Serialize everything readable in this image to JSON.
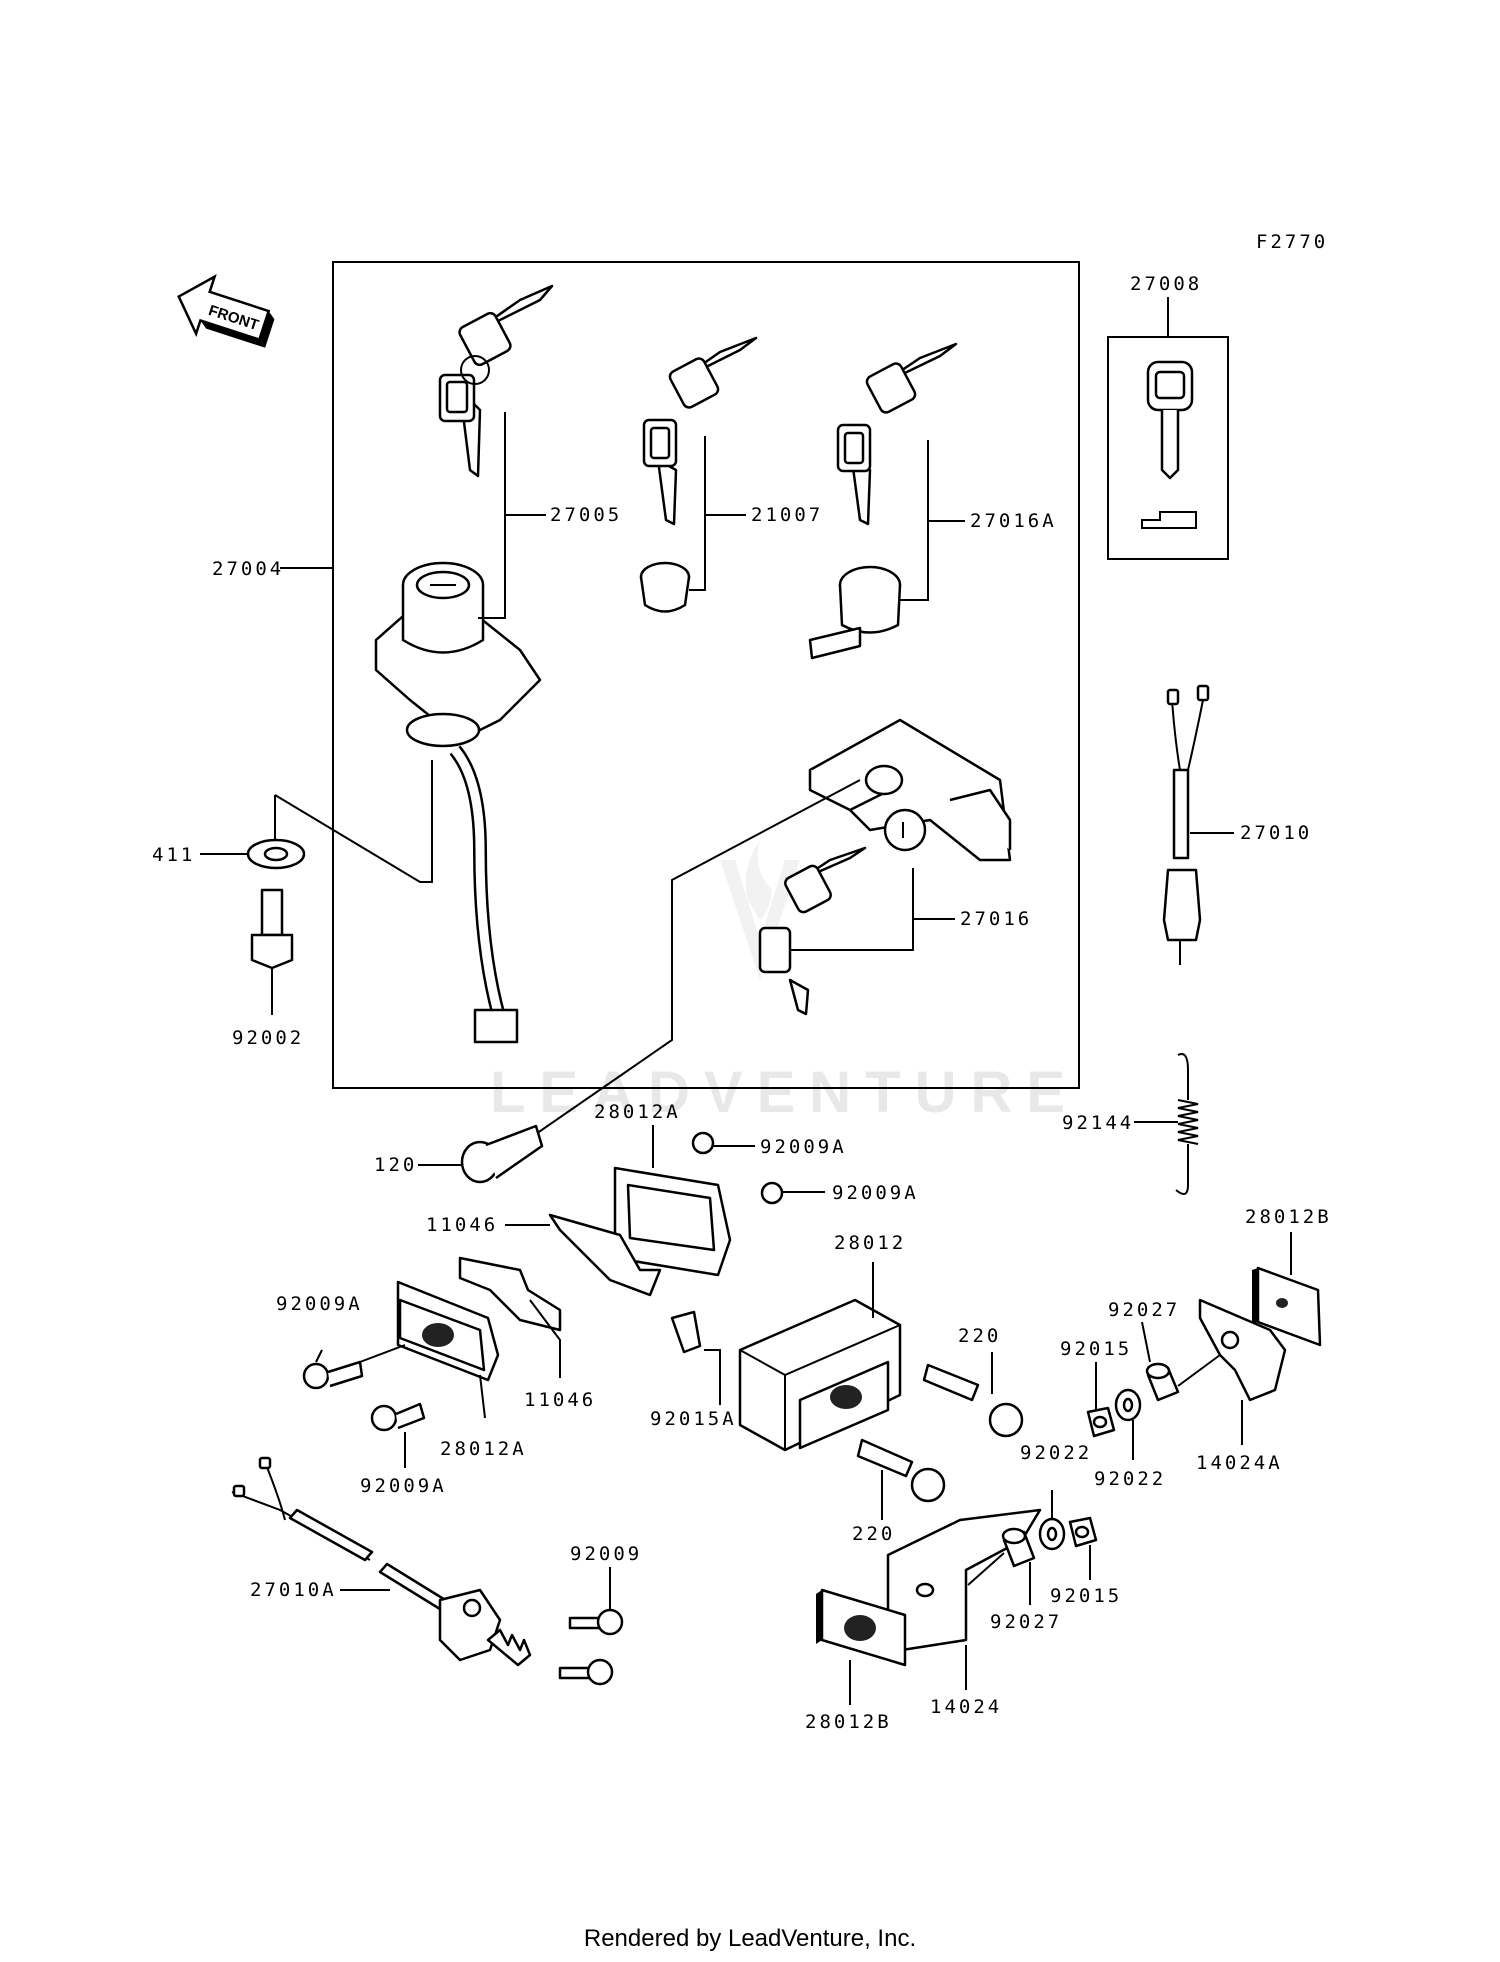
{
  "diagram_code": "F2770",
  "front_arrow_label": "FRONT",
  "watermark": "LEADVENTURE",
  "footer": "Rendered by LeadVenture, Inc.",
  "parts": {
    "p27008": "27008",
    "p27005": "27005",
    "p21007": "21007",
    "p27016A": "27016A",
    "p27004": "27004",
    "p27010": "27010",
    "p411": "411",
    "p27016": "27016",
    "p92002": "92002",
    "p92144": "92144",
    "p28012A_top": "28012A",
    "p92009A_1": "92009A",
    "p120": "120",
    "p92009A_2": "92009A",
    "p11046_1": "11046",
    "p28012": "28012",
    "p28012B_right": "28012B",
    "p92009A_3": "92009A",
    "p220_1": "220",
    "p92027_1": "92027",
    "p92015_1": "92015",
    "p11046_2": "11046",
    "p92015A": "92015A",
    "p28012A_bottom": "28012A",
    "p92022_1": "92022",
    "p92022_2": "92022",
    "p14024A": "14024A",
    "p92009A_4": "92009A",
    "p220_2": "220",
    "p92009": "92009",
    "p27010A": "27010A",
    "p92015_2": "92015",
    "p92027_2": "92027",
    "p28012B_bottom": "28012B",
    "p14024": "14024"
  }
}
